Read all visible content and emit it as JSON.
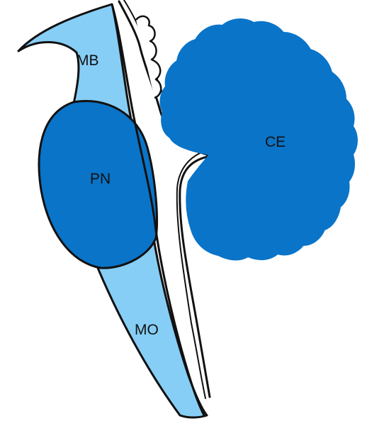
{
  "diagram": {
    "labels": {
      "midbrain": "MB",
      "pons": "PN",
      "medulla": "MO",
      "cerebellum": "CE"
    },
    "colors": {
      "brainstem_light": "#86CEF6",
      "dark_blue": "#0A74C8",
      "outline": "#111111",
      "background": "#FFFFFF"
    }
  }
}
